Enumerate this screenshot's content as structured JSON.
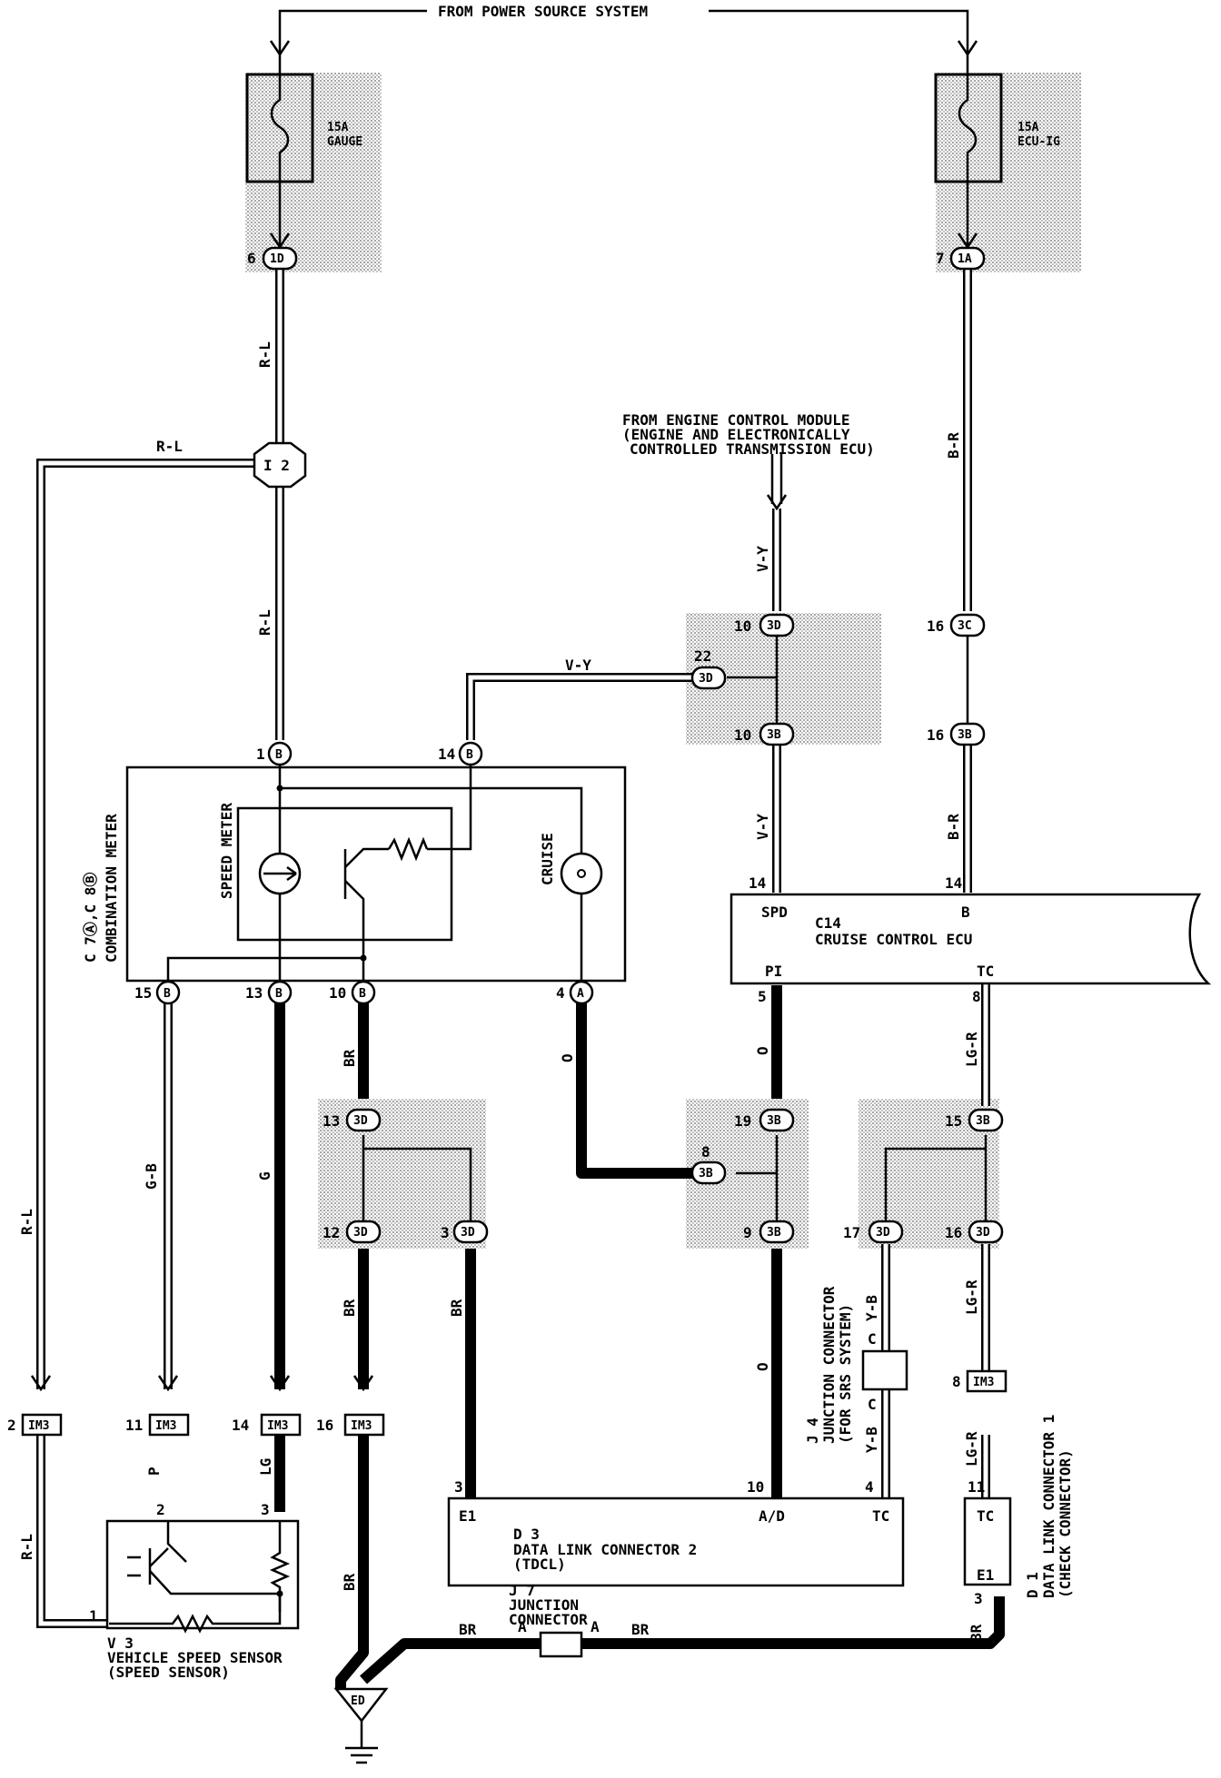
{
  "source": {
    "label": "FROM POWER SOURCE SYSTEM"
  },
  "fuses": [
    {
      "amp": "15A",
      "name": "GAUGE"
    },
    {
      "amp": "15A",
      "name": "ECU-IG"
    }
  ],
  "engine_module": {
    "line1": "FROM ENGINE CONTROL MODULE",
    "line2": "(ENGINE AND ELECTRONICALLY",
    "line3": "CONTROLLED TRANSMISSION ECU)"
  },
  "junction_i2": "I 2",
  "combination_meter": {
    "code": "C 7Ⓐ,C 8Ⓑ",
    "name": "COMBINATION METER",
    "speed_meter": "SPEED METER",
    "cruise": "CRUISE"
  },
  "ecu": {
    "code": "C14",
    "name": "CRUISE CONTROL ECU",
    "spd": "SPD",
    "b": "B",
    "pi": "PI",
    "tc": "TC"
  },
  "dlc2": {
    "code": "D 3",
    "name": "DATA LINK CONNECTOR 2",
    "sub": "(TDCL)",
    "e1": "E1",
    "ad": "A/D",
    "tc": "TC"
  },
  "dlc1": {
    "code": "D 1",
    "name": "DATA LINK CONNECTOR 1",
    "sub": "(CHECK CONNECTOR)",
    "tc": "TC",
    "e1": "E1"
  },
  "j4": {
    "code": "J 4",
    "name": "JUNCTION CONNECTOR",
    "sub": "(FOR SRS SYSTEM)",
    "pin": "C"
  },
  "j7": {
    "code": "J 7",
    "line1": "JUNCTION",
    "line2": "CONNECTOR",
    "pin": "A"
  },
  "v3": {
    "code": "V 3",
    "name": "VEHICLE SPEED SENSOR",
    "sub": "(SPEED SENSOR)"
  },
  "ground": "ED",
  "connectors": {
    "c1D": "1D",
    "c1A": "1A",
    "c3D": "3D",
    "c3C": "3C",
    "c3B": "3B",
    "cB": "B",
    "cA": "A",
    "cIM3": "IM3"
  },
  "pins": {
    "p6": "6",
    "p7": "7",
    "p10": "10",
    "p16": "16",
    "p22": "22",
    "p1": "1",
    "p14": "14",
    "p15": "15",
    "p13": "13",
    "p4": "4",
    "p5": "5",
    "p8": "8",
    "p19": "19",
    "p9": "9",
    "p12": "12",
    "p3": "3",
    "p17": "17",
    "p2": "2",
    "p11": "11"
  },
  "wires": {
    "RL": "R-L",
    "BR_": "B-R",
    "VY": "V-Y",
    "O": "O",
    "LGR": "LG-R",
    "BR": "BR",
    "GB": "G-B",
    "G": "G",
    "YB": "Y-B",
    "P": "P",
    "LG": "LG"
  }
}
